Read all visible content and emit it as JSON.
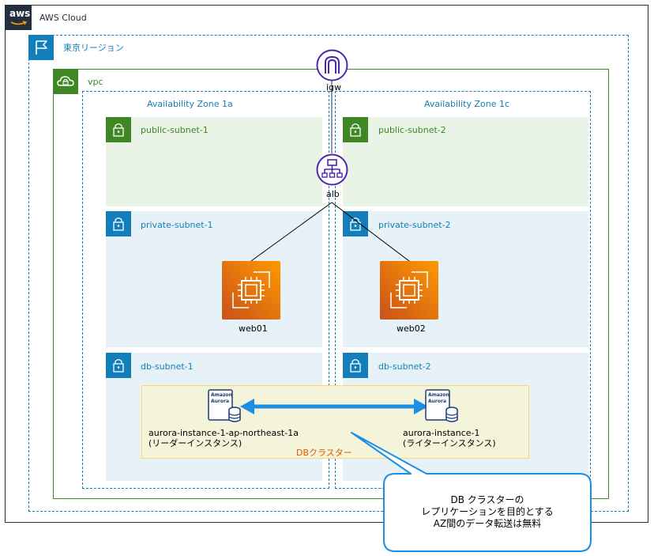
{
  "cloud": {
    "label": "AWS Cloud",
    "logo_text": "aws"
  },
  "region": {
    "label": "東京リージョン"
  },
  "vpc": {
    "label": "vpc"
  },
  "zones": [
    {
      "label": "Availability Zone 1a"
    },
    {
      "label": "Availability Zone 1c"
    }
  ],
  "subnets": {
    "public1": "public-subnet-1",
    "public2": "public-subnet-2",
    "private1": "private-subnet-1",
    "private2": "private-subnet-2",
    "db1": "db-subnet-1",
    "db2": "db-subnet-2"
  },
  "igw": {
    "label": "igw"
  },
  "alb": {
    "label": "alb"
  },
  "instances": [
    {
      "label": "web01"
    },
    {
      "label": "web02"
    }
  ],
  "aurora": {
    "icon_text_1": "Amazon",
    "icon_text_2": "Aurora",
    "reader": {
      "name": "aurora-instance-1-ap-northeast-1a",
      "role": "(リーダーインスタンス)"
    },
    "writer": {
      "name": "aurora-instance-1",
      "role": "(ライターインスタンス)"
    },
    "cluster_label": "DBクラスター"
  },
  "callout": {
    "line1": "DB クラスターの",
    "line2": "レプリケーションを目的とする",
    "line3": "AZ間のデータ転送は無料"
  },
  "colors": {
    "cloud_border": "#232f3e",
    "region_border": "#147eba",
    "vpc_border": "#3f8624",
    "public_fill": "#e9f3e6",
    "private_fill": "#e6f2f8",
    "lock_green": "#3f8624",
    "lock_blue": "#147eba",
    "arrow_blue": "#1a8fe3",
    "cluster_border": "#ffd966",
    "cluster_label": "#d45b07"
  }
}
